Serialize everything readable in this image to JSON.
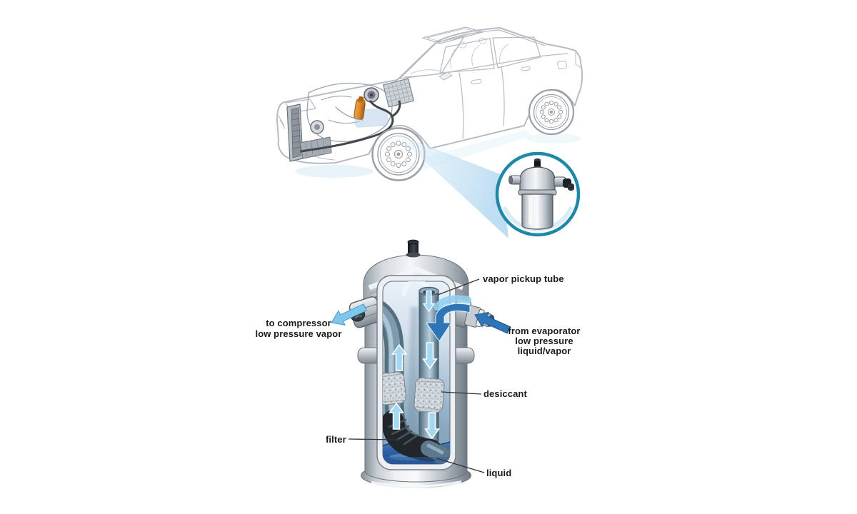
{
  "figure": {
    "type": "automotive-ac-accumulator-diagram",
    "labels": {
      "vapor_pickup_tube": "vapor pickup tube",
      "to_compressor": [
        "to compressor",
        "low pressure vapor"
      ],
      "from_evaporator": [
        "from evaporator",
        "low pressure",
        "liquid/vapor"
      ],
      "desiccant": "desiccant",
      "filter": "filter",
      "liquid": "liquid"
    },
    "colors": {
      "text": "#1b1b1b",
      "leader": "#333333",
      "ring": "#1f87a8",
      "beam": "#c7e3f4",
      "arrow_light": "#a5d8f3",
      "arrow_dark": "#2f74b5",
      "liquid": "#2f62a8",
      "tube": "#5d7889",
      "desiccant": "#cfd6db",
      "filter_black": "#20262c",
      "car_line": "#b6bcc2",
      "engine_line": "#858c93",
      "orange_part": "#dd8a2f"
    }
  }
}
